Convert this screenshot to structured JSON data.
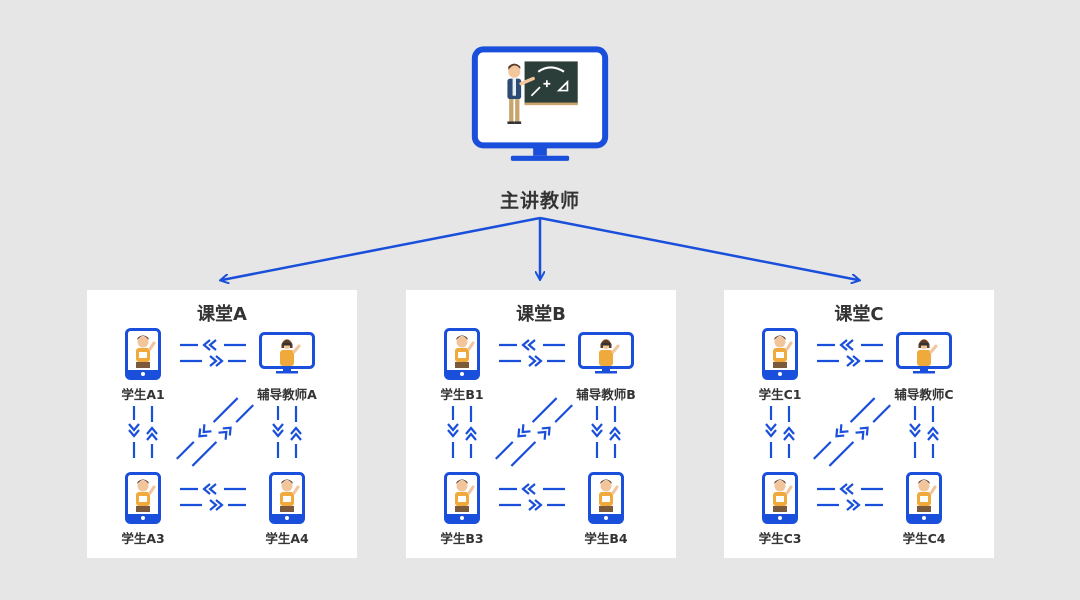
{
  "teacher": {
    "label": "主讲教师",
    "monitor_icon": "monitor-teacher-blackboard-icon"
  },
  "colors": {
    "background": "#e6e6e6",
    "card": "#ffffff",
    "accent": "#1a4fdb",
    "text": "#333333"
  },
  "classrooms": [
    {
      "title": "课堂A",
      "tutor": "辅导教师A",
      "students": [
        "学生A1",
        "学生A3",
        "学生A4"
      ]
    },
    {
      "title": "课堂B",
      "tutor": "辅导教师B",
      "students": [
        "学生B1",
        "学生B3",
        "学生B4"
      ]
    },
    {
      "title": "课堂C",
      "tutor": "辅导教师C",
      "students": [
        "学生C1",
        "学生C3",
        "学生C4"
      ]
    }
  ]
}
